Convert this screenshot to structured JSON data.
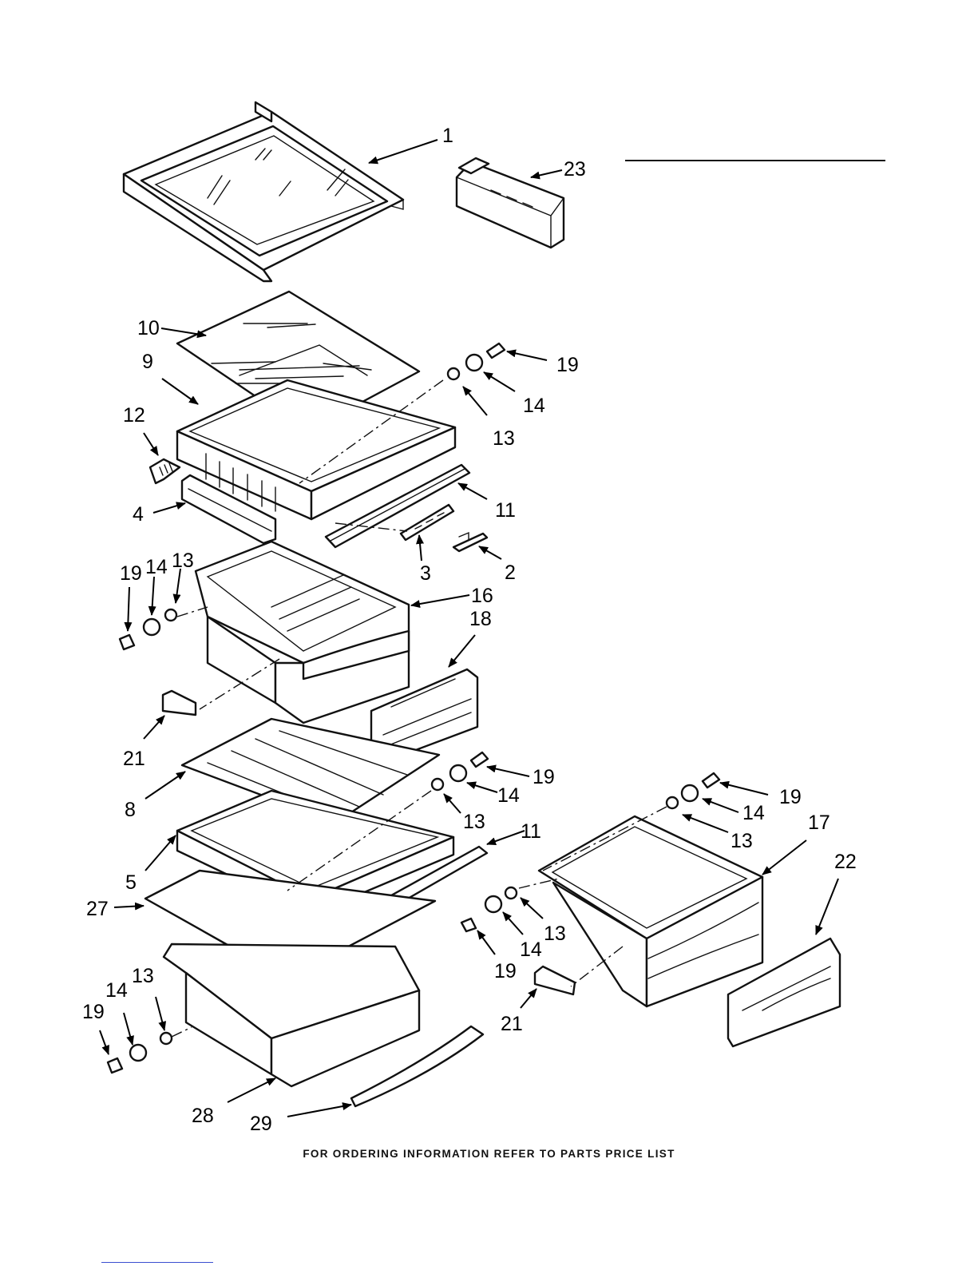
{
  "footer": {
    "note": "FOR ORDERING INFORMATION REFER TO PARTS PRICE LIST"
  },
  "callouts": [
    {
      "id": "c1",
      "label": "1"
    },
    {
      "id": "c23",
      "label": "23"
    },
    {
      "id": "c10",
      "label": "10"
    },
    {
      "id": "c9",
      "label": "9"
    },
    {
      "id": "c19a",
      "label": "19"
    },
    {
      "id": "c14a",
      "label": "14"
    },
    {
      "id": "c13a",
      "label": "13"
    },
    {
      "id": "c12",
      "label": "12"
    },
    {
      "id": "c4",
      "label": "4"
    },
    {
      "id": "c11a",
      "label": "11"
    },
    {
      "id": "c3",
      "label": "3"
    },
    {
      "id": "c2",
      "label": "2"
    },
    {
      "id": "c19b",
      "label": "19"
    },
    {
      "id": "c14b",
      "label": "14"
    },
    {
      "id": "c13b",
      "label": "13"
    },
    {
      "id": "c16",
      "label": "16"
    },
    {
      "id": "c18",
      "label": "18"
    },
    {
      "id": "c21a",
      "label": "21"
    },
    {
      "id": "c8",
      "label": "8"
    },
    {
      "id": "c19c",
      "label": "19"
    },
    {
      "id": "c14c",
      "label": "14"
    },
    {
      "id": "c13c",
      "label": "13"
    },
    {
      "id": "c11b",
      "label": "11"
    },
    {
      "id": "c5",
      "label": "5"
    },
    {
      "id": "c27",
      "label": "27"
    },
    {
      "id": "c19d",
      "label": "19"
    },
    {
      "id": "c14d",
      "label": "14"
    },
    {
      "id": "c13d",
      "label": "13"
    },
    {
      "id": "c17",
      "label": "17"
    },
    {
      "id": "c22",
      "label": "22"
    },
    {
      "id": "c13e",
      "label": "13"
    },
    {
      "id": "c14e",
      "label": "14"
    },
    {
      "id": "c19e",
      "label": "19"
    },
    {
      "id": "c21b",
      "label": "21"
    },
    {
      "id": "c13f",
      "label": "13"
    },
    {
      "id": "c14f",
      "label": "14"
    },
    {
      "id": "c19f",
      "label": "19"
    },
    {
      "id": "c28",
      "label": "28"
    },
    {
      "id": "c29",
      "label": "29"
    }
  ]
}
